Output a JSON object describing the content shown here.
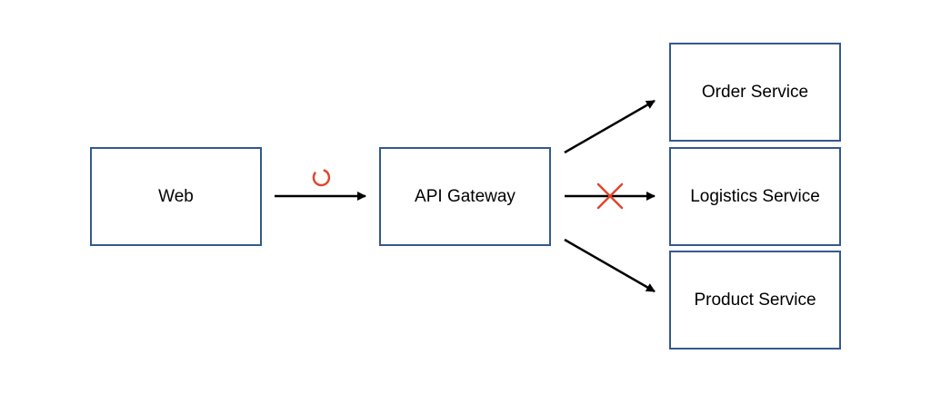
{
  "nodes": {
    "web": "Web",
    "gateway": "API Gateway",
    "order": "Order Service",
    "logistics": "Logistics Service",
    "product": "Product Service"
  },
  "edges": [
    {
      "from": "Web",
      "to": "API Gateway",
      "status_icon": "loading-spinner-icon"
    },
    {
      "from": "API Gateway",
      "to": "Order Service"
    },
    {
      "from": "API Gateway",
      "to": "Logistics Service",
      "status_icon": "failure-x-icon"
    },
    {
      "from": "API Gateway",
      "to": "Product Service"
    }
  ],
  "colors": {
    "node_border": "#34598f",
    "arrow": "#000000",
    "status": "#e0462f"
  }
}
